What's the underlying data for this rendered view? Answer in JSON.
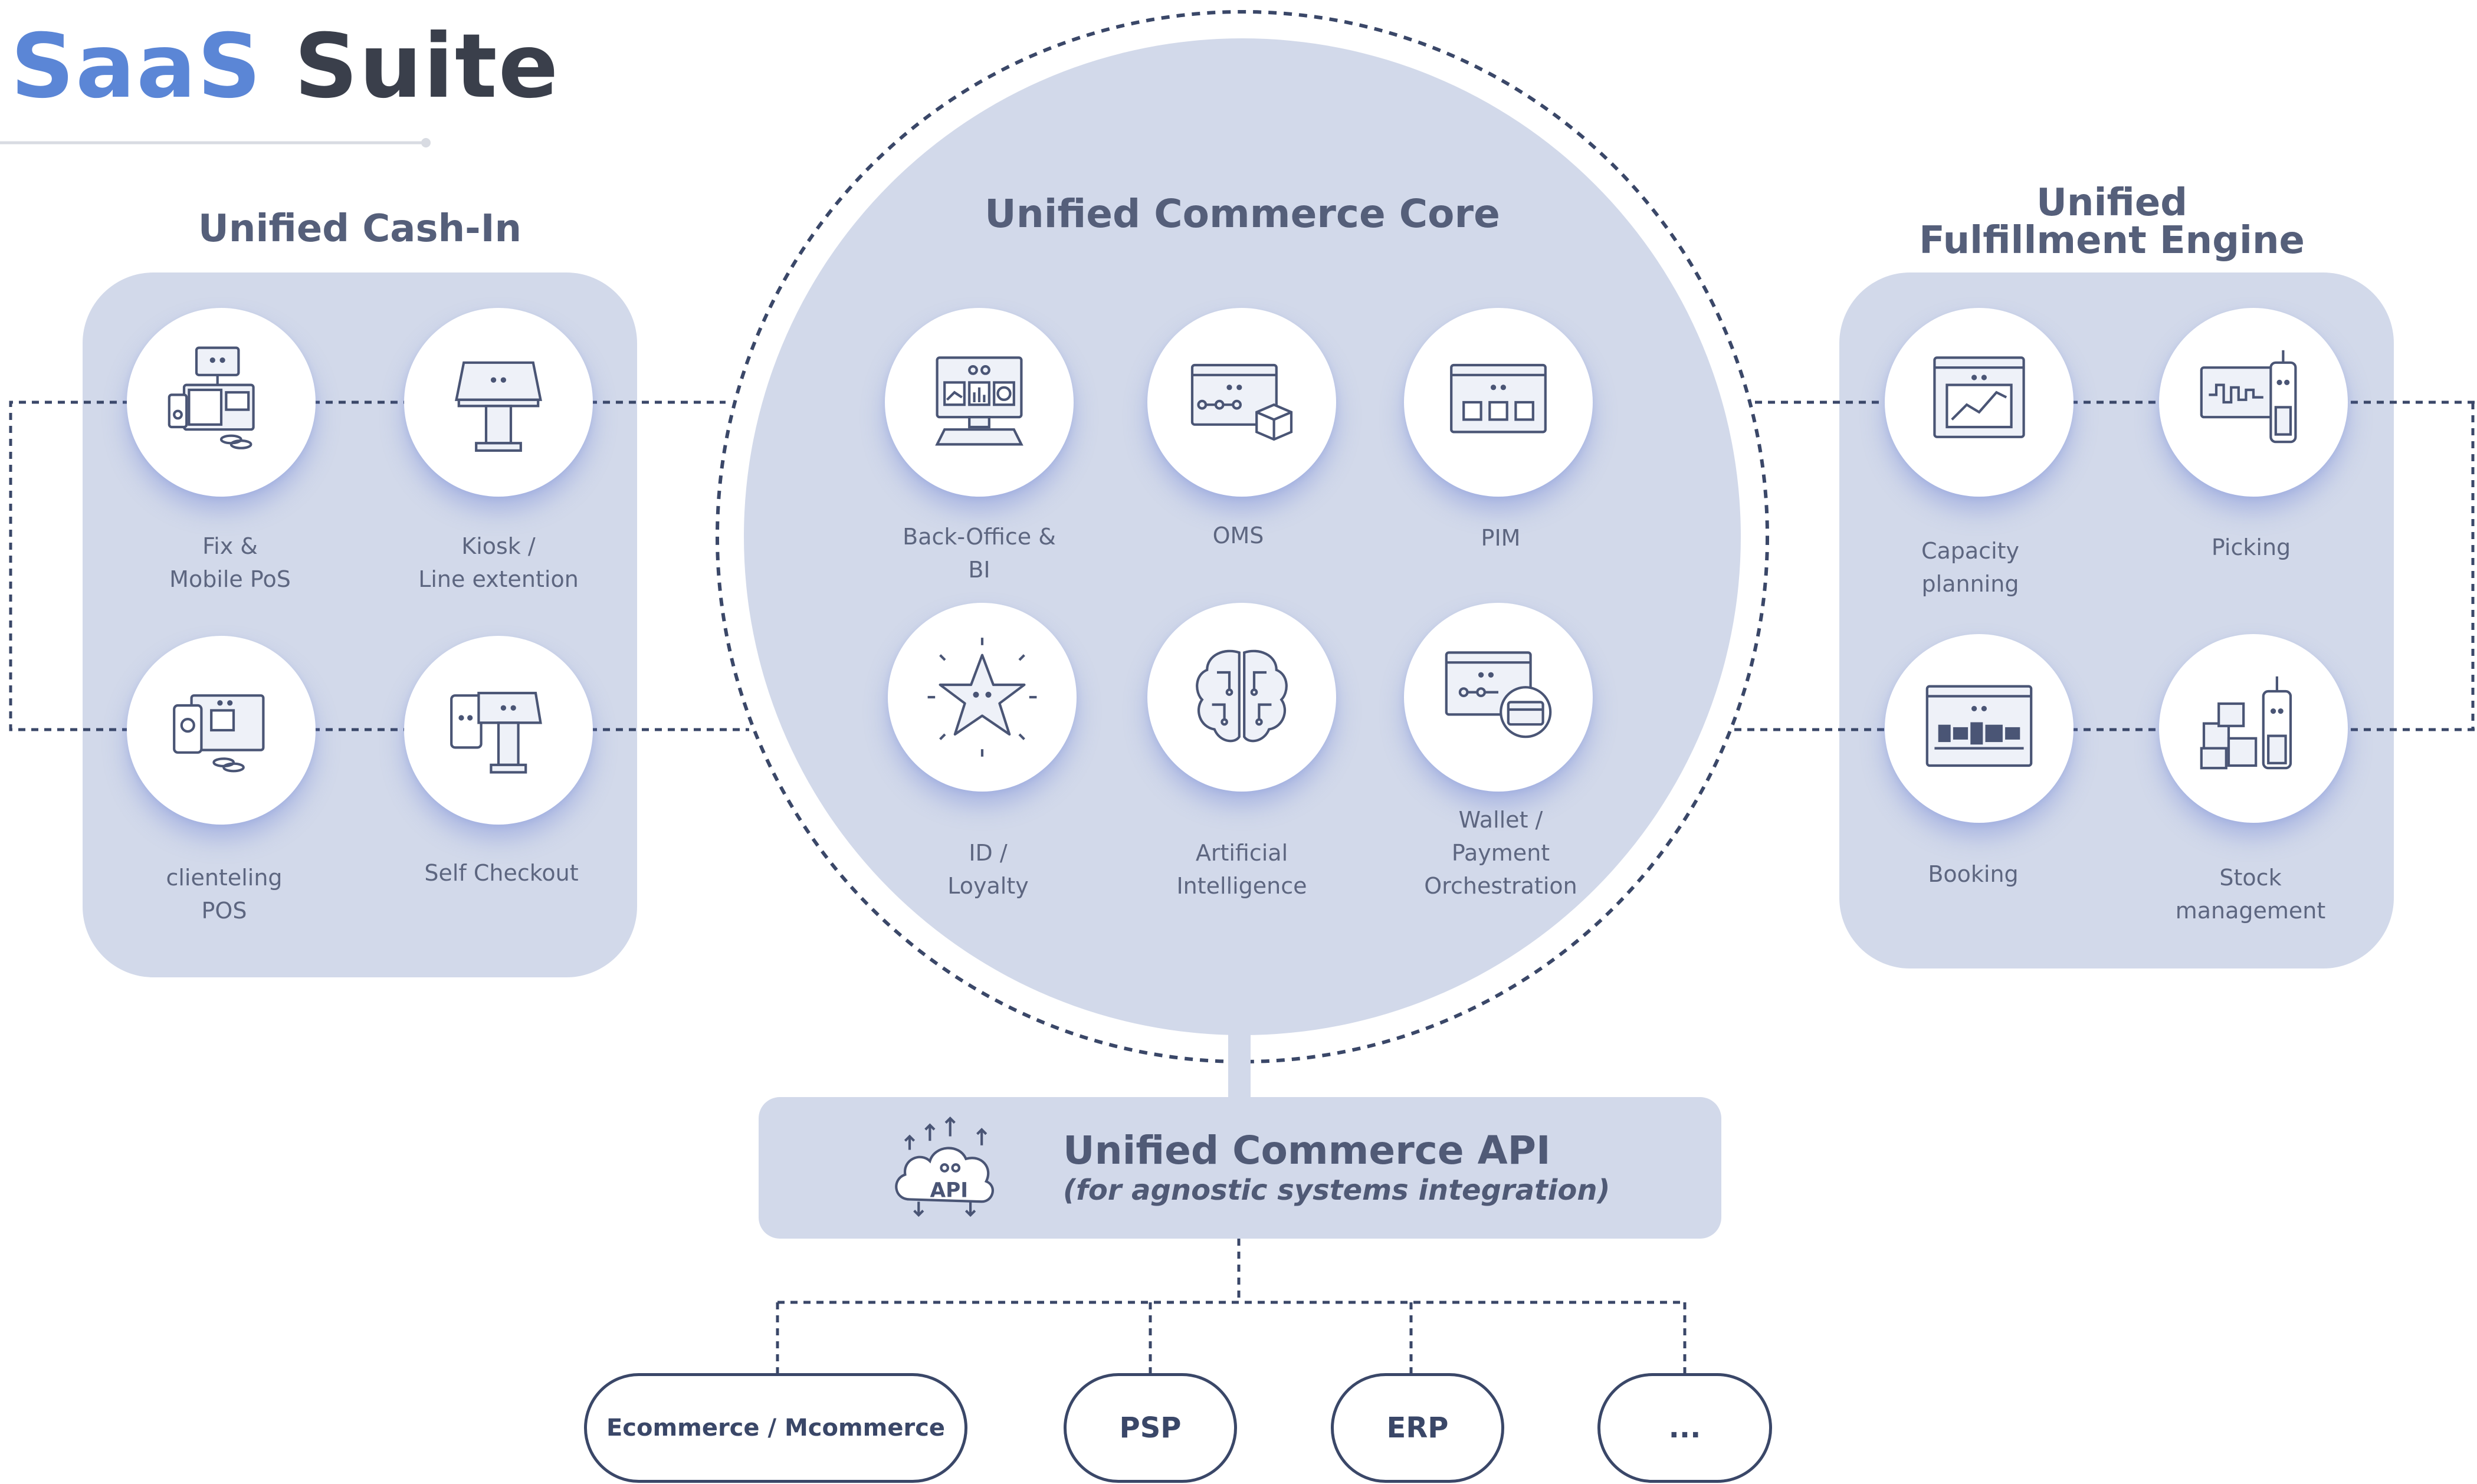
{
  "brand": {
    "part1": "SaaS",
    "part2": "Suite"
  },
  "colors": {
    "accent_blue": "#5b86d6",
    "panel_fill": "#d2d9ea",
    "dark_navy": "#3a4768",
    "heading_text": "#555f7a",
    "node_glow": "#6f88d8"
  },
  "sections": {
    "cash_in": {
      "title": "Unified Cash-In",
      "nodes": [
        {
          "icon": "pos-terminal-icon",
          "lines": [
            "Fix &",
            "Mobile PoS"
          ]
        },
        {
          "icon": "kiosk-icon",
          "lines": [
            "Kiosk /",
            "Line extention"
          ]
        },
        {
          "icon": "clienteling-devices-icon",
          "lines": [
            "clienteling",
            "POS"
          ]
        },
        {
          "icon": "self-checkout-icon",
          "lines": [
            "Self Checkout"
          ]
        }
      ]
    },
    "core": {
      "title": "Unified Commerce Core",
      "nodes": [
        {
          "icon": "computer-dashboard-icon",
          "lines": [
            "Back-Office &",
            "BI"
          ]
        },
        {
          "icon": "order-flow-icon",
          "lines": [
            "OMS"
          ]
        },
        {
          "icon": "product-catalog-icon",
          "lines": [
            "PIM"
          ]
        },
        {
          "icon": "star-loyalty-icon",
          "lines": [
            "ID /",
            "Loyalty"
          ]
        },
        {
          "icon": "brain-circuit-icon",
          "lines": [
            "Artificial",
            "Intelligence"
          ]
        },
        {
          "icon": "wallet-card-icon",
          "lines": [
            "Wallet /",
            "Payment",
            "Orchestration"
          ]
        }
      ]
    },
    "fulfillment": {
      "title_lines": [
        "Unified",
        "Fulfillment Engine"
      ],
      "nodes": [
        {
          "icon": "capacity-chart-icon",
          "lines": [
            "Capacity",
            "planning"
          ]
        },
        {
          "icon": "picking-scanner-icon",
          "lines": [
            "Picking"
          ]
        },
        {
          "icon": "booking-calendar-icon",
          "lines": [
            "Booking"
          ]
        },
        {
          "icon": "stock-boxes-icon",
          "lines": [
            "Stock",
            "management"
          ]
        }
      ]
    }
  },
  "api": {
    "title": "Unified Commerce API",
    "subtitle": "(for agnostic systems integration)",
    "icon": "api-cloud-icon",
    "icon_text": "API"
  },
  "integrations": [
    "Ecommerce / Mcommerce",
    "PSP",
    "ERP",
    "..."
  ]
}
